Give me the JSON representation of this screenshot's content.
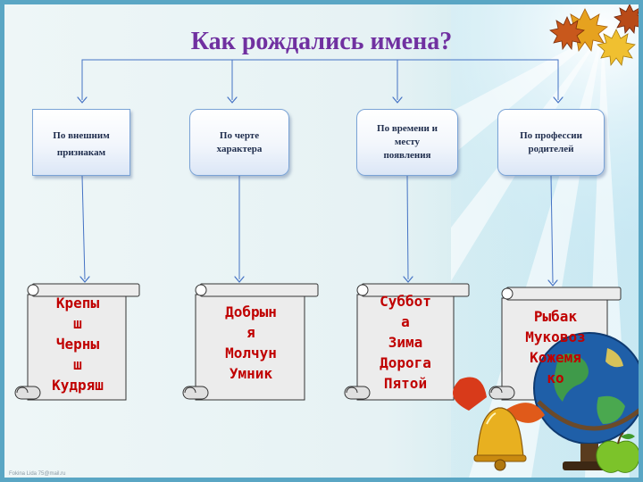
{
  "title": "Как рождались имена?",
  "categories": [
    {
      "label": "По внешним\nпризнакам",
      "names": "Крепы\nш\nЧерны\nш\nКудряш"
    },
    {
      "label": "По черте\nхарактера",
      "names": "Добрын\nя\nМолчун\nУмник"
    },
    {
      "label": "По времени и\nместу\nпоявления",
      "names": "Суббот\nа\nЗима\nДорога\nПятой"
    },
    {
      "label": "По профессии\nродителей",
      "names": "Рыбак\nМуковоз\nКожемя\nко"
    }
  ],
  "credit": "Fokina Lida 75@mail.ru",
  "colors": {
    "title": "#7030a0",
    "names": "#c00000",
    "connector": "#4472c4",
    "frame": "#5aa6c4"
  },
  "decorations": [
    "maple-leaves-icon",
    "bell-icon",
    "globe-icon",
    "apple-icon"
  ]
}
